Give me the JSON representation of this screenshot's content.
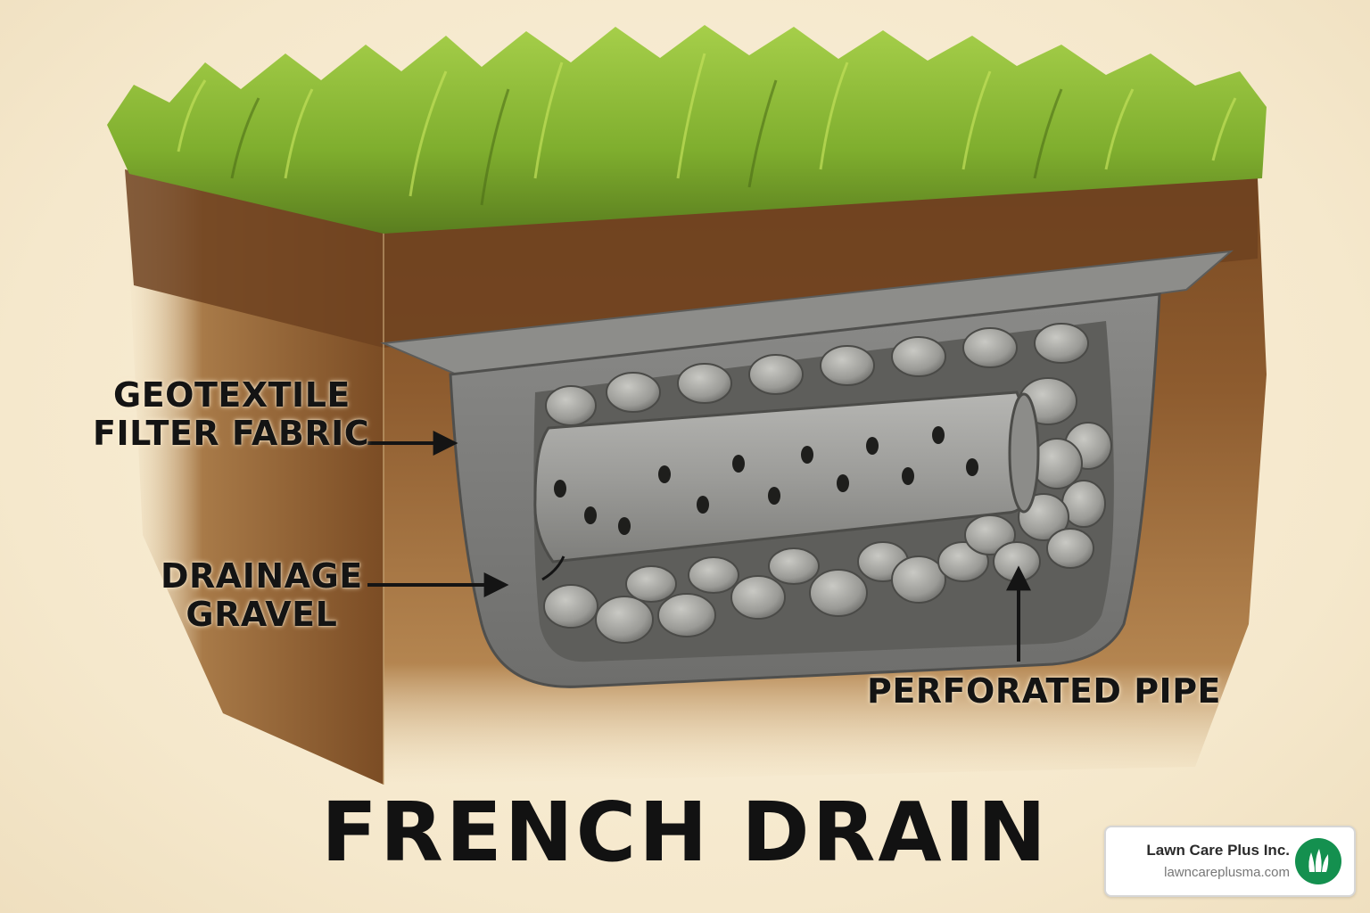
{
  "labels": {
    "geotextile_line1": "GEOTEXTILE",
    "geotextile_line2": "FILTER FABRIC",
    "gravel_line1": "DRAINAGE",
    "gravel_line2": "GRAVEL",
    "pipe": "PERFORATED PIPE"
  },
  "title": "FRENCH DRAIN",
  "brand": {
    "name": "Lawn Care Plus Inc.",
    "url": "lawncareplusma.com",
    "logo_icon": "grass-leaf-icon"
  },
  "colors": {
    "background": "#f5e8cc",
    "grass": "#7fae2e",
    "soil": "#8a5a2e",
    "fabric": "#7d7d7d",
    "gravel": "#a9a9a5",
    "pipe": "#9b9b98",
    "brand_green": "#14904f"
  }
}
